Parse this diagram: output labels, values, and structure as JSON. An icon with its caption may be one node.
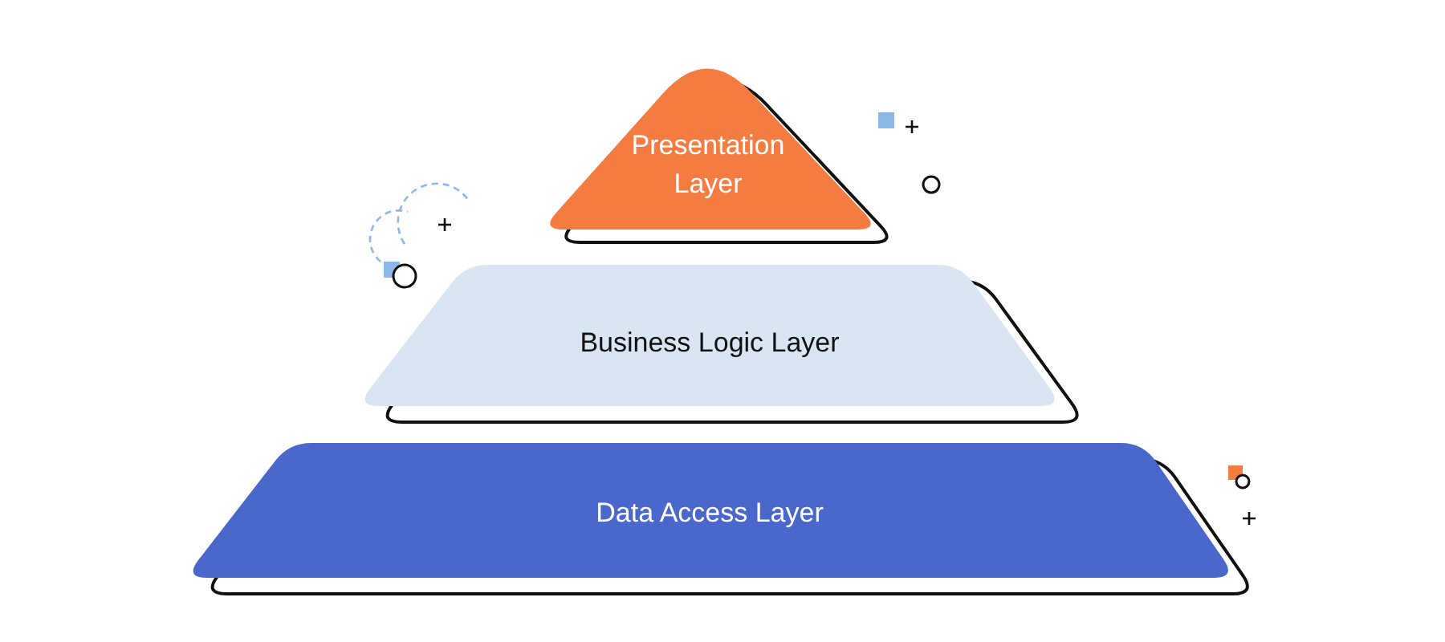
{
  "diagram": {
    "nodes": [
      {
        "text": [
          "Presentation Layer"
        ]
      },
      {
        "text": [
          "Business Logic Layer"
        ]
      },
      {
        "text": [
          "Data Access Layer"
        ]
      }
    ]
  }
}
